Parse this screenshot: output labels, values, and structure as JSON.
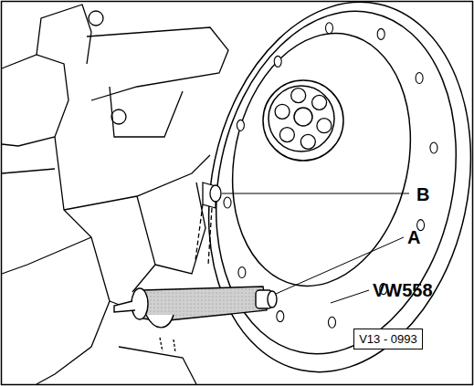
{
  "diagram": {
    "nodes": [
      {
        "text": [
          "V13 - 0993"
        ]
      }
    ],
    "labels": [
      "B",
      "A",
      "VW558"
    ]
  }
}
